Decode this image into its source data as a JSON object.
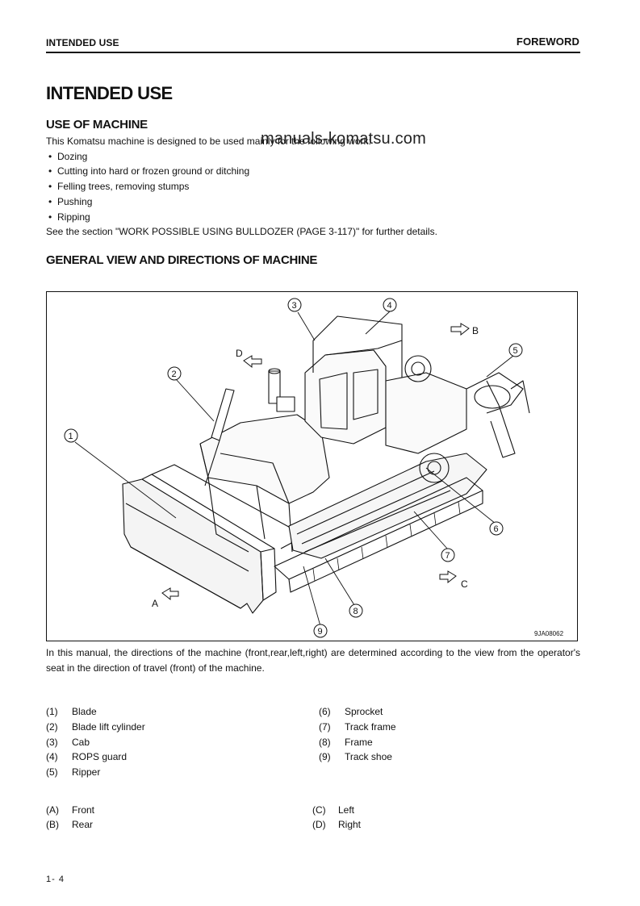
{
  "header": {
    "left": "INTENDED USE",
    "right": "FOREWORD"
  },
  "title": "INTENDED USE",
  "use_section": {
    "heading": "USE OF MACHINE",
    "intro": "This Komatsu machine is designed to be used mainly for the following work:",
    "items": [
      "Dozing",
      "Cutting into hard or frozen ground or ditching",
      "Felling trees, removing stumps",
      "Pushing",
      "Ripping"
    ],
    "see_also": "See the section \"WORK POSSIBLE USING BULLDOZER (PAGE 3-117)\" for further details."
  },
  "watermark": "manuals-komatsu.com",
  "general_view": {
    "heading": "GENERAL VIEW AND DIRECTIONS OF MACHINE",
    "figure_code": "9JA08062",
    "callouts": [
      "1",
      "2",
      "3",
      "4",
      "5",
      "6",
      "7",
      "8",
      "9"
    ],
    "directions": [
      "A",
      "B",
      "C",
      "D"
    ],
    "caption": "In this manual, the directions of the machine (front,rear,left,right) are determined according to the view from the operator's seat in the direction of travel (front) of the machine."
  },
  "parts": [
    {
      "num": "(1)",
      "name": "Blade"
    },
    {
      "num": "(2)",
      "name": "Blade lift cylinder"
    },
    {
      "num": "(3)",
      "name": "Cab"
    },
    {
      "num": "(4)",
      "name": "ROPS guard"
    },
    {
      "num": "(5)",
      "name": "Ripper"
    },
    {
      "num": "(6)",
      "name": "Sprocket"
    },
    {
      "num": "(7)",
      "name": "Track frame"
    },
    {
      "num": "(8)",
      "name": "Frame"
    },
    {
      "num": "(9)",
      "name": "Track shoe"
    }
  ],
  "directions": [
    {
      "key": "(A)",
      "name": "Front"
    },
    {
      "key": "(B)",
      "name": "Rear"
    },
    {
      "key": "(C)",
      "name": "Left"
    },
    {
      "key": "(D)",
      "name": "Right"
    }
  ],
  "footer": {
    "page": "1- 4"
  }
}
